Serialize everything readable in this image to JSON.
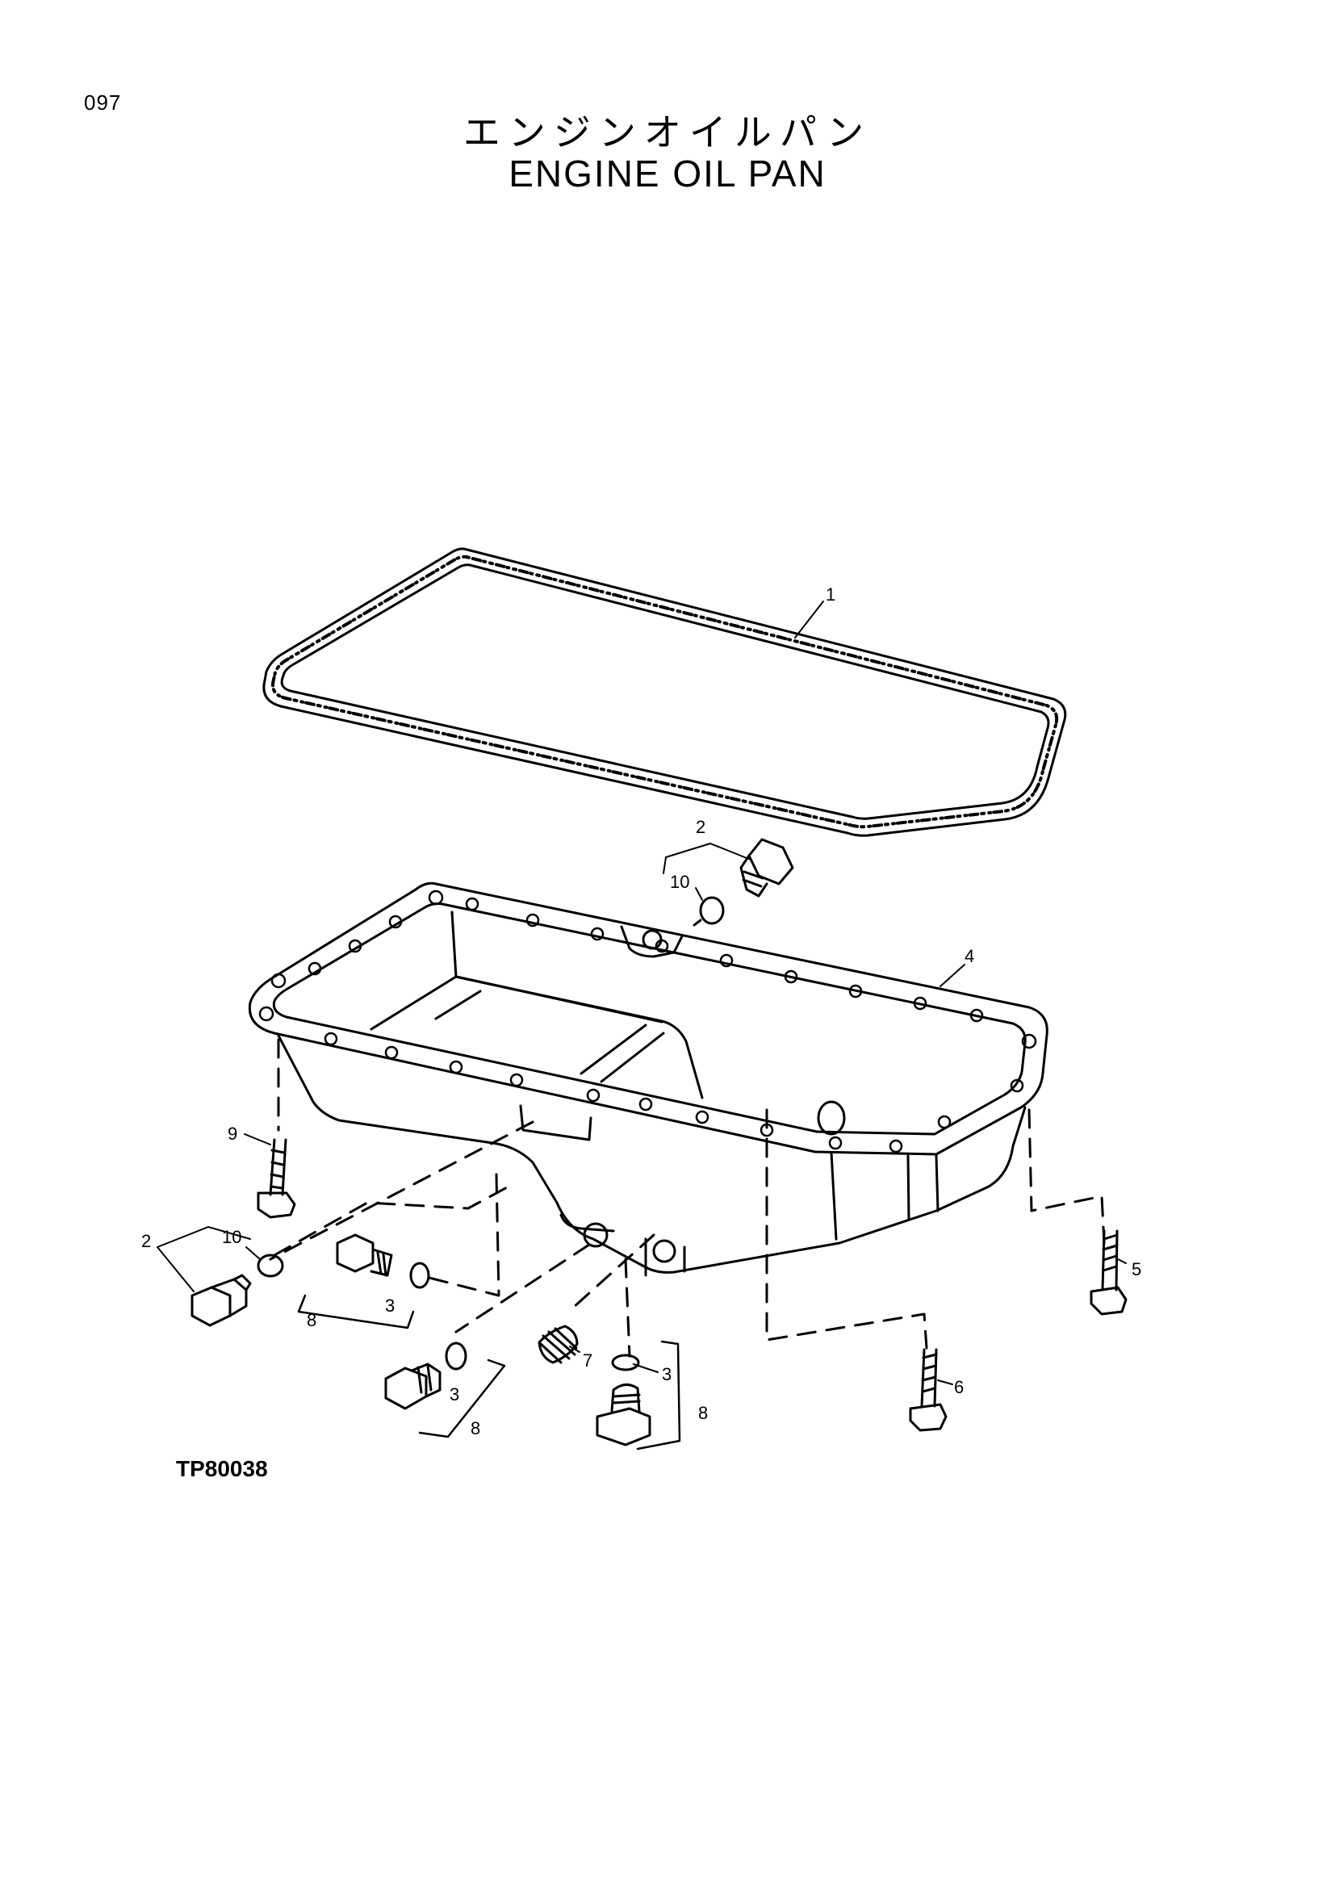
{
  "page": {
    "number": "097",
    "title_jp": "エンジンオイルパン",
    "title_en": "ENGINE OIL PAN",
    "figure_code": "TP80038"
  },
  "callouts": [
    "1",
    "2",
    "10",
    "4",
    "9",
    "2",
    "10",
    "3",
    "8",
    "5",
    "7",
    "3",
    "8",
    "3",
    "8",
    "6"
  ],
  "parts": [
    {
      "name": "oil-pan-gasket",
      "callout": "1"
    },
    {
      "name": "drain-plug",
      "callout": "2"
    },
    {
      "name": "plug-gasket",
      "callout": "3"
    },
    {
      "name": "oil-pan",
      "callout": "4"
    },
    {
      "name": "bolt",
      "callout": "5"
    },
    {
      "name": "bolt",
      "callout": "6"
    },
    {
      "name": "spring",
      "callout": "7"
    },
    {
      "name": "plug-assembly",
      "callout": "8"
    },
    {
      "name": "bolt",
      "callout": "9"
    },
    {
      "name": "seal-ring",
      "callout": "10"
    }
  ]
}
